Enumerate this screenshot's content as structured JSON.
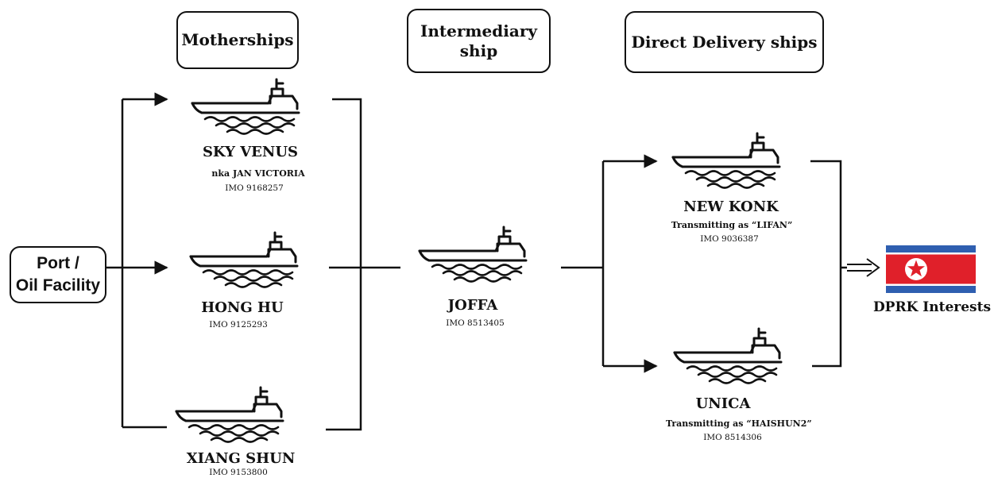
{
  "headers": {
    "motherships": "Motherships",
    "intermediary": "Intermediary\nship",
    "direct": "Direct Delivery ships"
  },
  "source": {
    "label": "Port /\nOil Facility"
  },
  "ships": {
    "sky_venus": {
      "name": "SKY VENUS",
      "alias": "nka JAN VICTORIA",
      "imo": "IMO 9168257"
    },
    "hong_hu": {
      "name": "HONG HU",
      "imo": "IMO 9125293"
    },
    "xiang_shun": {
      "name": "XIANG SHUN",
      "imo": "IMO 9153800"
    },
    "joffa": {
      "name": "JOFFA",
      "imo": "IMO 8513405"
    },
    "new_konk": {
      "name": "NEW KONK",
      "alias": "Transmitting as “LIFAN”",
      "imo": "IMO 9036387"
    },
    "unica": {
      "name": "UNICA",
      "alias": "Transmitting as “HAISHUN2”",
      "imo": "IMO 8514306"
    }
  },
  "destination": {
    "label": "DPRK Interests",
    "flag": "north-korea-flag"
  },
  "colors": {
    "line": "#111111",
    "flag_blue": "#2f5fb0",
    "flag_red": "#e0202a",
    "flag_white": "#ffffff"
  },
  "icons": {
    "ship": "ship-icon",
    "double_arrow": "double-arrow-icon"
  }
}
